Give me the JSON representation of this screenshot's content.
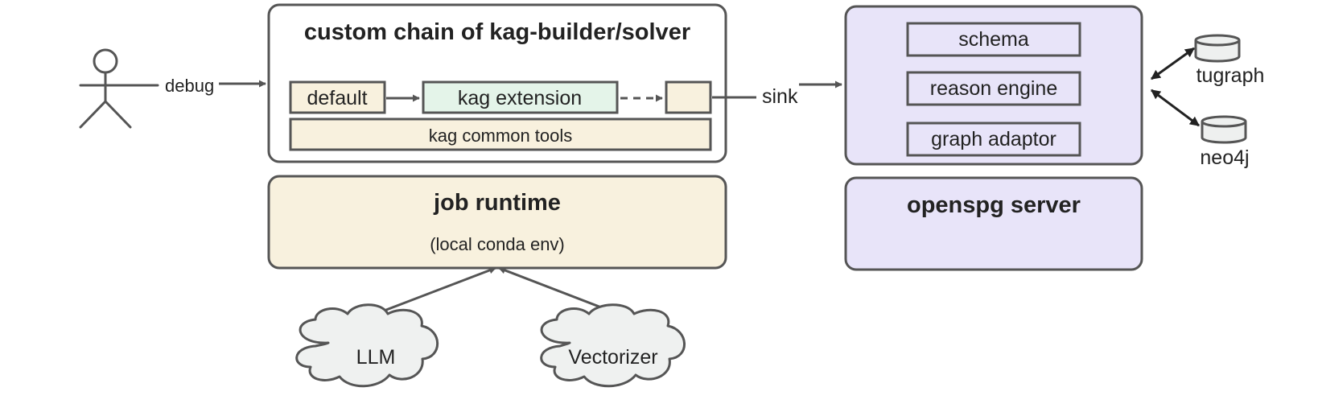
{
  "colors": {
    "stroke": "#555555",
    "arrow": "#555555",
    "cream": "#f8f1de",
    "mint": "#e4f4e9",
    "lavender": "#e8e4f9",
    "cloud": "#eff1f0",
    "cylinder": "#eef0ef",
    "white": "#ffffff"
  },
  "actor": {
    "icon": "stick-figure-user-icon",
    "edge_label": "debug"
  },
  "chain": {
    "title": "custom chain of kag-builder/solver",
    "default_label": "default",
    "extension_label": "kag extension",
    "common_tools_label": "kag common tools"
  },
  "runtime": {
    "title": "job runtime",
    "subtitle": "(local conda env)"
  },
  "sink_label": "sink",
  "server": {
    "title": "openspg server",
    "modules": [
      "schema",
      "reason engine",
      "graph adaptor"
    ]
  },
  "databases": [
    {
      "label": "tugraph",
      "icon": "database-cylinder-icon"
    },
    {
      "label": "neo4j",
      "icon": "database-cylinder-icon"
    }
  ],
  "providers": [
    {
      "label": "LLM",
      "icon": "cloud-icon"
    },
    {
      "label": "Vectorizer",
      "icon": "cloud-icon"
    }
  ]
}
